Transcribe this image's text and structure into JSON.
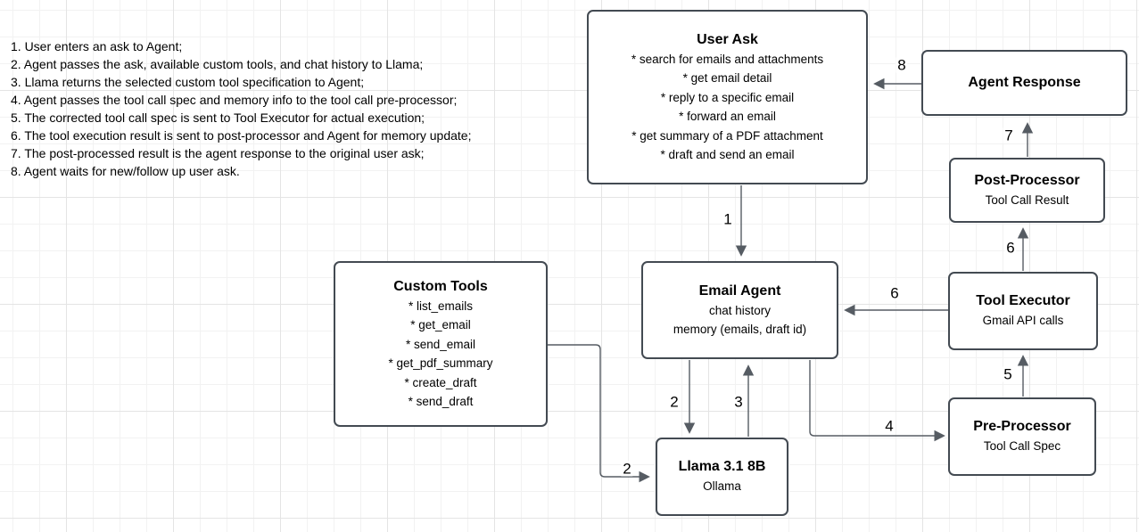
{
  "diagram": {
    "steps": [
      "1. User enters an ask to Agent;",
      "2. Agent passes the ask, available custom tools, and chat history to Llama;",
      "3. Llama returns the selected custom tool specification to Agent;",
      "4. Agent passes the tool call spec and memory info to the tool call pre-processor;",
      "5. The corrected tool call spec is sent to Tool Executor for actual execution;",
      "6. The tool execution result is sent to post-processor and Agent for memory update;",
      "7. The post-processed result is the agent response to the original user ask;",
      "8. Agent waits for new/follow up user ask."
    ],
    "nodes": {
      "user_ask": {
        "title": "User Ask",
        "lines": [
          "* search for emails and attachments",
          "* get email detail",
          "* reply to a specific email",
          "* forward an email",
          "* get summary of a PDF attachment",
          "* draft and send an email"
        ]
      },
      "agent_response": {
        "title": "Agent Response"
      },
      "post_processor": {
        "title": "Post-Processor",
        "subtitle": "Tool Call Result"
      },
      "tool_executor": {
        "title": "Tool Executor",
        "subtitle": "Gmail API calls"
      },
      "pre_processor": {
        "title": "Pre-Processor",
        "subtitle": "Tool Call Spec"
      },
      "email_agent": {
        "title": "Email Agent",
        "lines": [
          "chat history",
          "memory (emails, draft id)"
        ]
      },
      "custom_tools": {
        "title": "Custom Tools",
        "lines": [
          "* list_emails",
          "* get_email",
          "* send_email",
          "* get_pdf_summary",
          "* create_draft",
          "* send_draft"
        ]
      },
      "llama": {
        "title": "Llama 3.1 8B",
        "subtitle": "Ollama"
      }
    },
    "edge_labels": {
      "e1": "1",
      "e2_agent_llama": "2",
      "e2_tools_llama": "2",
      "e3": "3",
      "e4": "4",
      "e5": "5",
      "e6_executor_post": "6",
      "e6_executor_agent": "6",
      "e7": "7",
      "e8": "8"
    },
    "colors": {
      "border": "#434a52",
      "line": "#565c63",
      "text": "#000000",
      "background": "#ffffff",
      "grid_minor": "#f2f2f2",
      "grid_major": "#e4e4e4"
    }
  }
}
